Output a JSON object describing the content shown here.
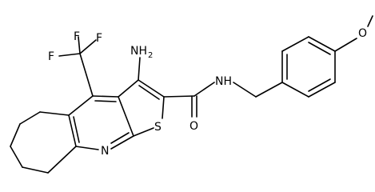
{
  "molecule": {
    "atoms": {
      "F_top": "F",
      "F_left": "F",
      "F_right": "F",
      "amino_N": "NH",
      "amino_sub": "2",
      "amide_NH": "NH",
      "carbonyl_O": "O",
      "ring_N": "N",
      "ring_S": "S",
      "ether_O": "O"
    },
    "colors": {
      "bond": "#000000",
      "text": "#000000",
      "background": "#ffffff"
    }
  }
}
